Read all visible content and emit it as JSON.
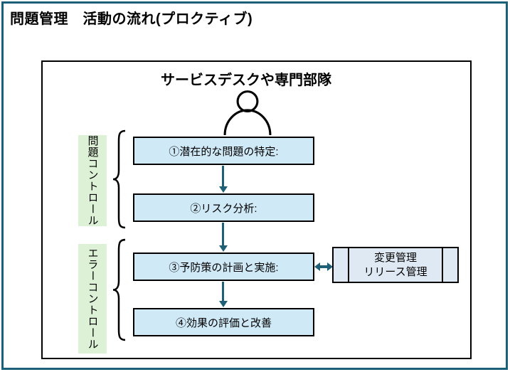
{
  "title": "問題管理　活動の流れ(プロクティブ)",
  "diagram": {
    "header": "サービスデスクや専門部隊",
    "groups": [
      {
        "label": "問題コントロール"
      },
      {
        "label": "エラーコントロール"
      }
    ],
    "steps": [
      {
        "label": "①潜在的な問題の特定:"
      },
      {
        "label": "②リスク分析:"
      },
      {
        "label": "③予防策の計画と実施:"
      },
      {
        "label": "④効果の評価と改善"
      }
    ],
    "side_box": {
      "line1": "変更管理",
      "line2": "リリース管理"
    }
  },
  "icons": {
    "person": "person-outline-icon",
    "brace": "curly-brace-icon",
    "down_arrow": "down-arrow-icon",
    "double_arrow": "left-right-arrow-icon"
  },
  "colors": {
    "frame_border": "#1b5f78",
    "arrow": "#1f6077",
    "step_fill": "#cfe9f7",
    "group_fill": "#ddf1d6",
    "side_box_fill": "#dfe9f3",
    "box_border": "#000000"
  }
}
